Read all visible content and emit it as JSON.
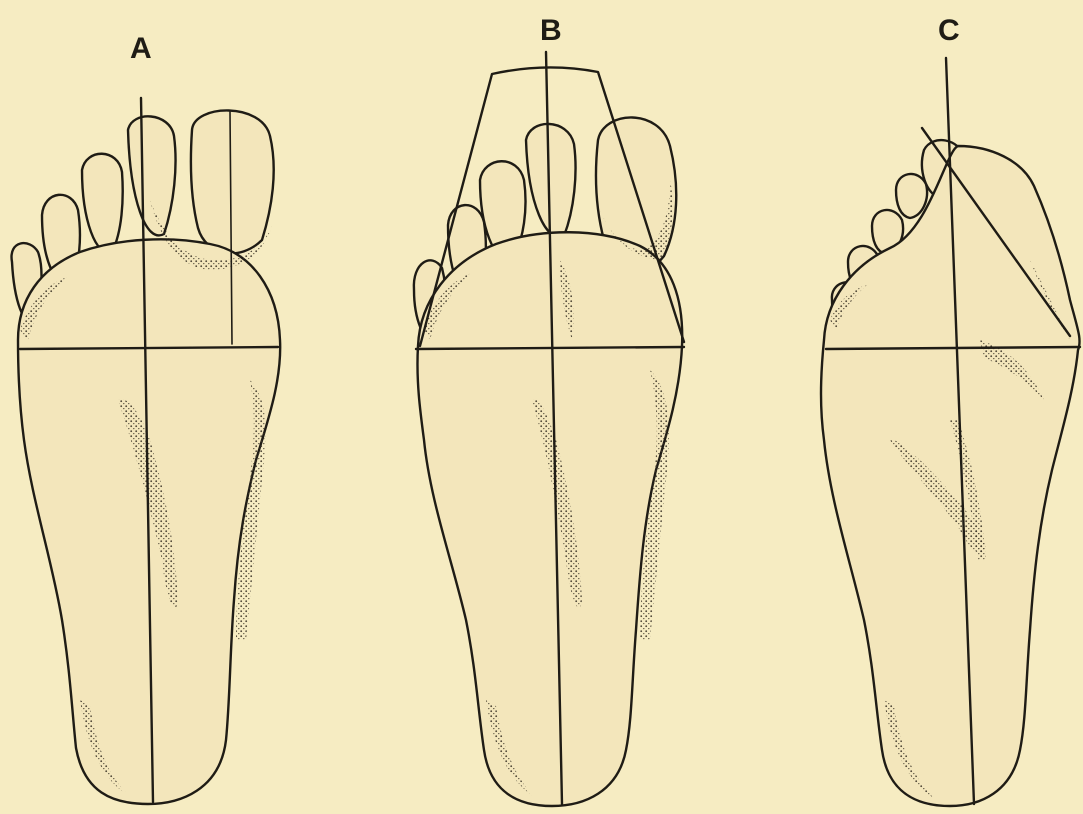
{
  "figure": {
    "labels": [
      "A",
      "B",
      "C"
    ]
  },
  "colors": {
    "paper": "#f6ecc2",
    "ink": "#1f1c15"
  }
}
